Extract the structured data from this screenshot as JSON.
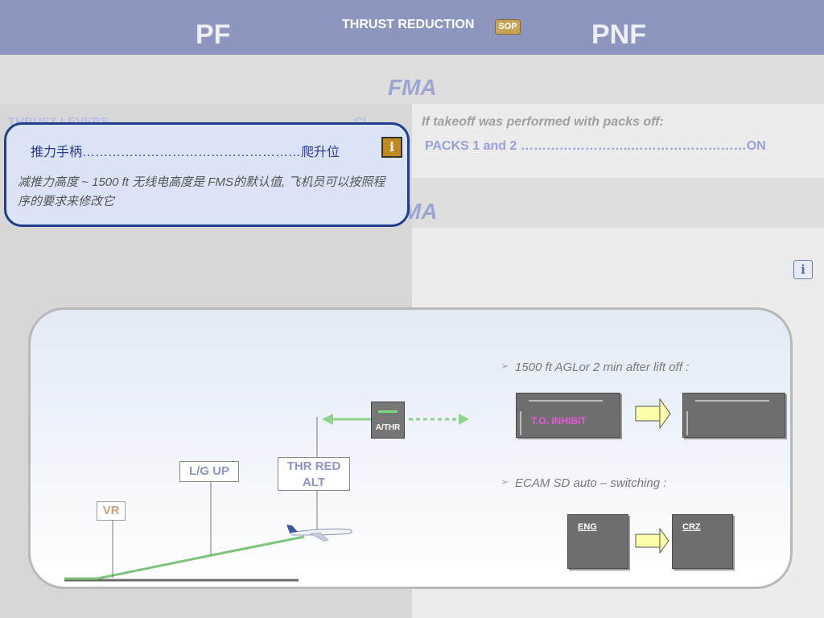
{
  "header": {
    "pf": "PF",
    "pnf": "PNF",
    "title": "THRUST REDUCTION",
    "sop_badge": "SOP"
  },
  "sections": {
    "fma_top": "FMA",
    "fma_bottom": "MA"
  },
  "pf": {
    "thrust_levers": "THRUST LEVERS",
    "cl": "CL"
  },
  "pnf": {
    "packs_note": "If takeoff was performed with packs off:",
    "packs_line": "PACKS 1 and 2 ……………………..………………………ON"
  },
  "popup": {
    "line": "推力手柄……………………………………………爬升位",
    "body": "减推力高度 ~ 1500 ft 无线电高度是 FMS的默认值, 飞机员可以按照程序的要求来修改它",
    "info_glyph": "i"
  },
  "right_info_glyph": "i",
  "diagram": {
    "labels": {
      "vr": "VR",
      "lg_up": "L/G UP",
      "thr_red_alt": "THR RED ALT",
      "athr": "A/THR"
    },
    "bullet1": "1500 ft AGLor 2 min after lift off :",
    "bullet2": "ECAM SD  auto – switching :",
    "ewd_left_text": "T.O. INHIBIT",
    "sd_left": "ENG",
    "sd_right": "CRZ"
  },
  "colors": {
    "header": "#8c96bf",
    "accent_text": "#97a1d6",
    "popup_border": "#1f3e8c",
    "green_path": "#7dc47a",
    "inhibit_magenta": "#e45ad8"
  },
  "icons": [
    "info-icon",
    "arrow-right-icon",
    "aircraft-icon",
    "sop-badge-icon"
  ]
}
